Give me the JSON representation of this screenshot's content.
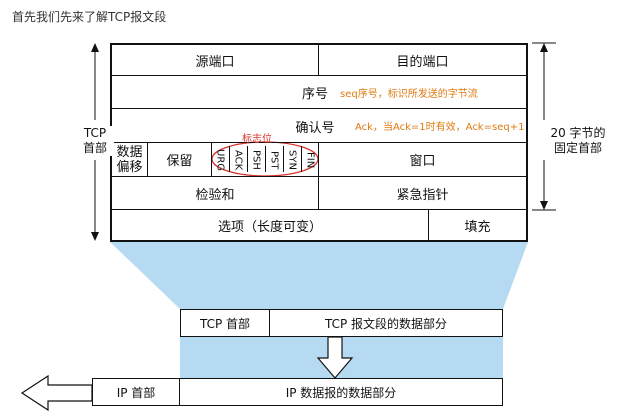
{
  "intro": "首先我们先来了解TCP报文段",
  "header": {
    "src_port": "源端口",
    "dst_port": "目的端口",
    "seq": "序号",
    "seq_note": "seq序号，标识所发送的字节流",
    "ack": "确认号",
    "ack_note": "Ack，当Ack=1时有效，Ack=seq+1",
    "offset_line1": "数据",
    "offset_line2": "偏移",
    "reserved": "保留",
    "flags_label": "标志位",
    "flags": [
      "URG",
      "ACK",
      "PSH",
      "PST",
      "SYN",
      "FIN"
    ],
    "window": "窗口",
    "checksum": "检验和",
    "urgent": "紧急指针",
    "options": "选项（长度可变）",
    "padding": "填充"
  },
  "left_label": {
    "line1": "TCP",
    "line2": "首部"
  },
  "right_label": {
    "line1": "20  字节的",
    "line2": "固定首部"
  },
  "tcp_segment": {
    "header": "TCP  首部",
    "data": "TCP  报文段的数据部分"
  },
  "ip_datagram": {
    "header": "IP  首部",
    "data": "IP  数据报的数据部分"
  },
  "colors": {
    "accent": "#e07a10",
    "flag_oval": "#d9322c",
    "funnel": "#a9d4ee",
    "funnel_light": "#cfe6f6"
  }
}
